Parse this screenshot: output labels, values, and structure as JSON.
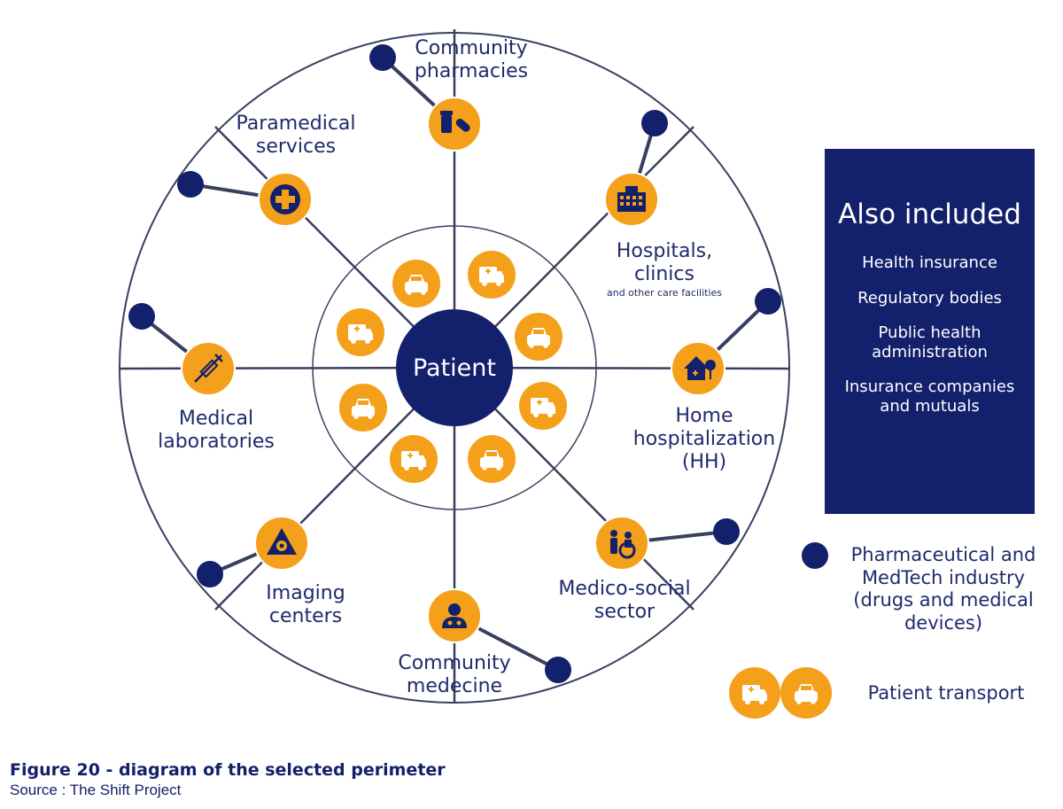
{
  "center": {
    "label": "Patient"
  },
  "sectors": [
    {
      "id": "community-pharmacies",
      "label": "Community pharmacies",
      "lines": [
        "Community",
        "pharmacies"
      ],
      "icon": "pill-bottle-icon"
    },
    {
      "id": "hospitals",
      "label": "Hospitals, clinics",
      "lines": [
        "Hospitals,",
        "clinics"
      ],
      "sublabel": "and other care facilities",
      "icon": "hospital-building-icon"
    },
    {
      "id": "home-hospitalization",
      "label": "Home hospitalization (HH)",
      "lines": [
        "Home",
        "hospitalization",
        "(HH)"
      ],
      "icon": "house-care-icon"
    },
    {
      "id": "medico-social",
      "label": "Medico-social sector",
      "lines": [
        "Medico-social",
        "sector"
      ],
      "icon": "caregiver-wheelchair-icon"
    },
    {
      "id": "community-medecine",
      "label": "Community medecine",
      "lines": [
        "Community",
        "medecine"
      ],
      "icon": "doctor-icon"
    },
    {
      "id": "imaging-centers",
      "label": "Imaging centers",
      "lines": [
        "Imaging",
        "centers"
      ],
      "icon": "radiation-icon"
    },
    {
      "id": "medical-laboratories",
      "label": "Medical laboratories",
      "lines": [
        "Medical",
        "laboratories"
      ],
      "icon": "syringe-icon"
    },
    {
      "id": "paramedical-services",
      "label": "Paramedical services",
      "lines": [
        "Paramedical",
        "services"
      ],
      "icon": "medical-cross-icon"
    }
  ],
  "transport_ring": [
    "taxi-icon",
    "ambulance-icon",
    "taxi-icon",
    "ambulance-icon",
    "taxi-icon",
    "ambulance-icon",
    "taxi-icon",
    "ambulance-icon"
  ],
  "also_included": {
    "title": "Also included",
    "items": [
      "Health insurance",
      "Regulatory bodies",
      "Public health administration",
      "Insurance companies and mutuals"
    ]
  },
  "legend": {
    "industry": "Pharmaceutical and MedTech industry (drugs and medical devices)",
    "industry_lines": [
      "Pharmaceutical and",
      "MedTech industry",
      "(drugs and medical",
      "devices)"
    ],
    "transport": "Patient transport"
  },
  "caption": {
    "title": "Figure 20 - diagram of the selected perimeter",
    "source": "Source : The Shift Project"
  },
  "colors": {
    "navy": "#13206b",
    "orange": "#f5a01a",
    "text": "#1f2a6b",
    "ring_line": "#39405f"
  }
}
